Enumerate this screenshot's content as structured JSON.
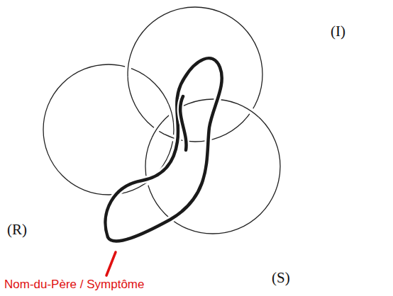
{
  "diagram": {
    "labels": [
      "(I)",
      "(R)",
      "(S)",
      "Nom-du-Père / Symptôme"
    ]
  }
}
